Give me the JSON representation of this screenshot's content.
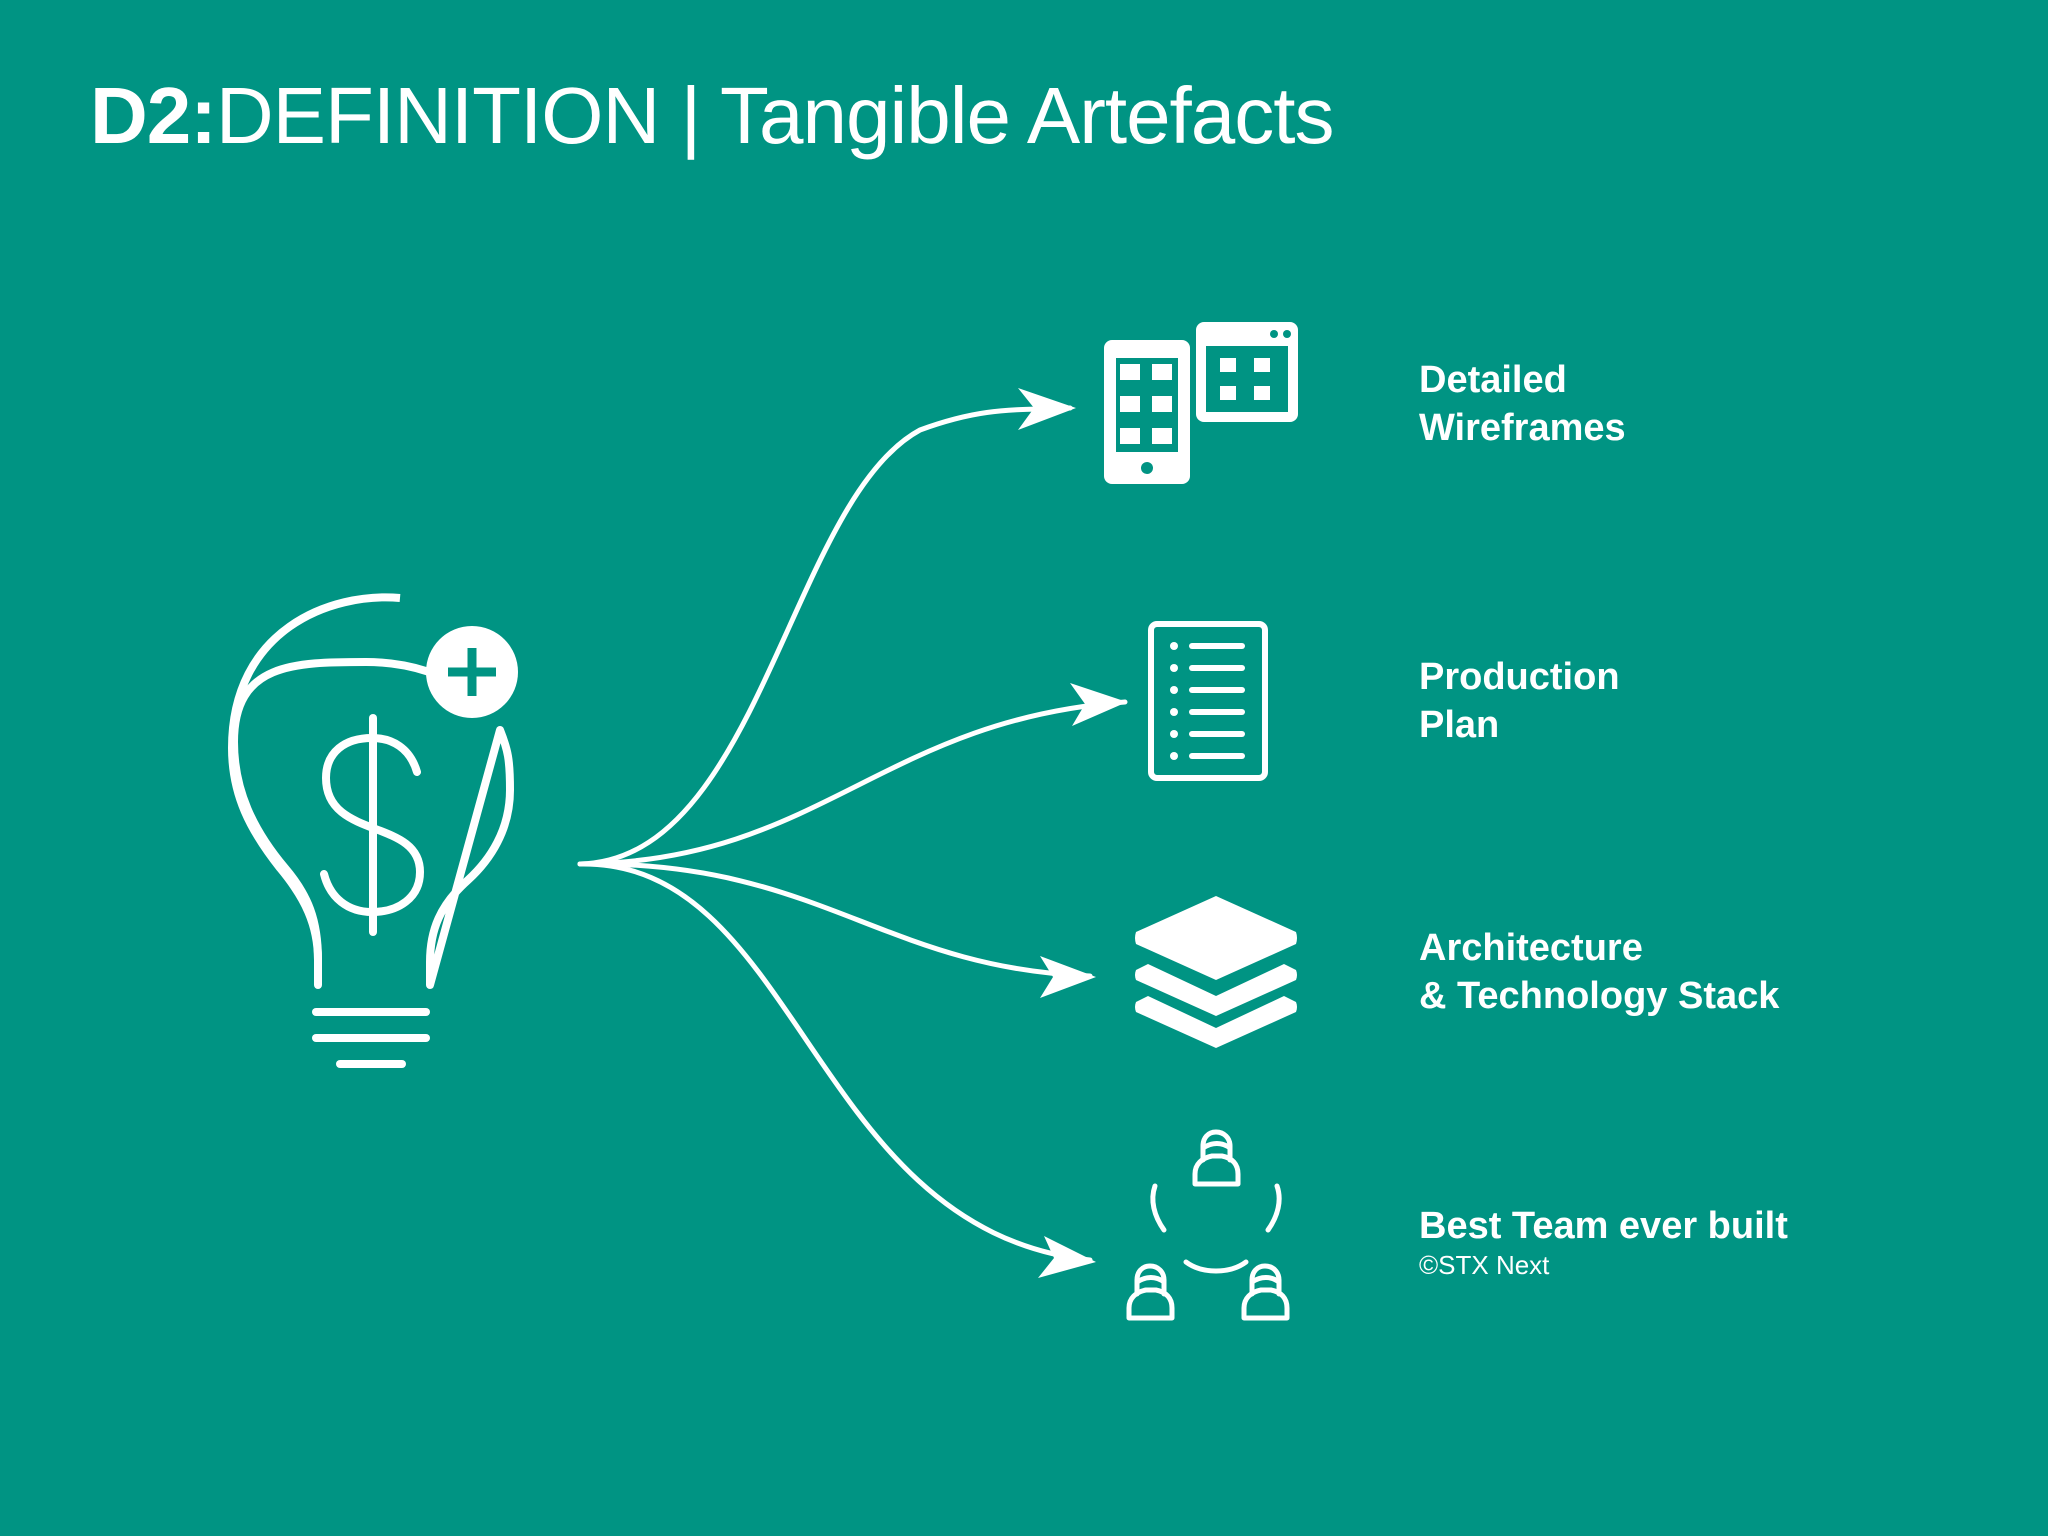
{
  "title": {
    "prefix": "D2:",
    "main": "DEFINITION | Tangible Artefacts"
  },
  "source": {
    "name": "idea-lightbulb-icon",
    "symbol": "$",
    "badge": "+"
  },
  "artefacts": [
    {
      "icon": "wireframes-icon",
      "line1": "Detailed",
      "line2": "Wireframes"
    },
    {
      "icon": "document-list-icon",
      "line1": "Production",
      "line2": "Plan"
    },
    {
      "icon": "layers-stack-icon",
      "line1": "Architecture",
      "line2": "& Technology Stack"
    },
    {
      "icon": "team-icon",
      "line1": "Best Team ever built",
      "line2": ""
    }
  ],
  "credit": "©STX Next",
  "colors": {
    "background": "#009483",
    "foreground": "#ffffff"
  }
}
